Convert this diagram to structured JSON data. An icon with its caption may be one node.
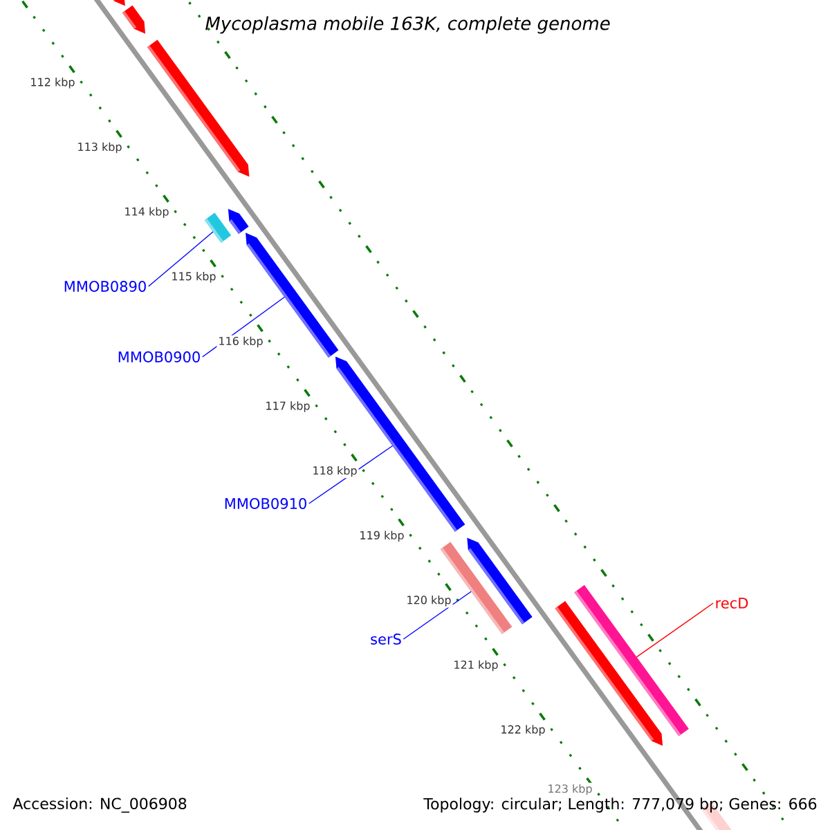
{
  "diagram": {
    "title": "Mycoplasma mobile 163K, complete genome",
    "nodes": [
      {
        "text": [
          "MMOB0890"
        ]
      },
      {
        "text": [],
        "shape": "bar"
      },
      {
        "text": [
          "MMOB0900"
        ]
      },
      {
        "text": [],
        "shape": "arrow"
      },
      {
        "text": [
          "MMOB0910"
        ]
      },
      {
        "text": [],
        "shape": "arrow"
      },
      {
        "text": [
          "serS"
        ]
      },
      {
        "text": [],
        "shape": "bar"
      },
      {
        "text": [
          "recD"
        ]
      },
      {
        "text": [],
        "shape": "bar"
      }
    ],
    "edges": [
      {
        "from": 0,
        "to": 1,
        "arrow": "none"
      },
      {
        "from": 2,
        "to": 3,
        "arrow": "none"
      },
      {
        "from": 4,
        "to": 5,
        "arrow": "none"
      },
      {
        "from": 6,
        "to": 7,
        "arrow": "none"
      },
      {
        "from": 8,
        "to": 9,
        "arrow": "none",
        "color": "#ff0000"
      }
    ],
    "labels": [
      "112 kbp",
      "113 kbp",
      "114 kbp",
      "115 kbp",
      "116 kbp",
      "117 kbp",
      "118 kbp",
      "119 kbp",
      "120 kbp",
      "121 kbp",
      "122 kbp",
      "123 kbp",
      "Accession: NC_006908",
      "Topology: circular; Length: 777,079 bp; Genes: 666"
    ]
  }
}
